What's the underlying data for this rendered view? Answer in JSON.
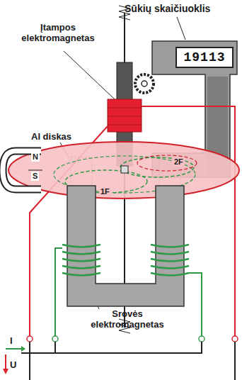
{
  "diagram": {
    "nodes": [
      {
        "text": [
          "19113"
        ]
      }
    ],
    "labels": [
      "Sūkių skaičiuoklis",
      "Įtampos elektromagnetas",
      "Al diskas",
      "N",
      "2F",
      "S",
      "1F",
      "Srovės elektromagnetas",
      "I",
      "U"
    ]
  }
}
